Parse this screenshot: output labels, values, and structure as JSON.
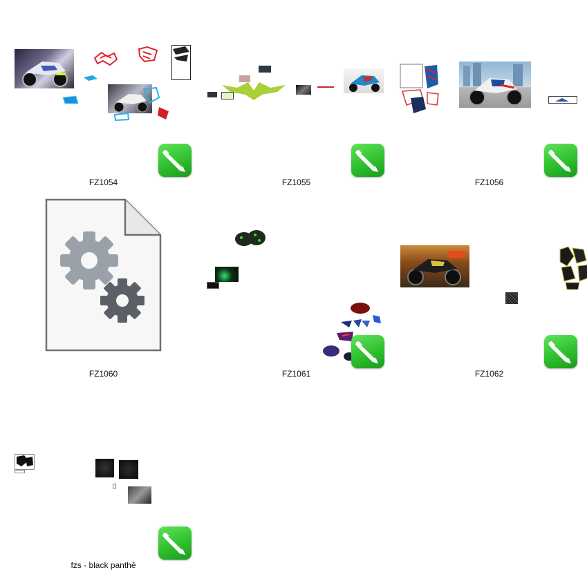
{
  "files": [
    {
      "name": "FZ1054",
      "type": "cdr"
    },
    {
      "name": "FZ1055",
      "type": "cdr"
    },
    {
      "name": "FZ1056",
      "type": "cdr"
    },
    {
      "name": "FZ1060",
      "type": "generic"
    },
    {
      "name": "FZ1061",
      "type": "cdr"
    },
    {
      "name": "FZ1062",
      "type": "cdr"
    },
    {
      "name": "fzs - black panthẻ",
      "type": "cdr"
    }
  ],
  "icons": {
    "coreldraw_badge": "coreldraw-app-icon",
    "generic_file": "settings-file-icon"
  },
  "colors": {
    "badge_green": "#2fc02e",
    "label_text": "#111111",
    "file_gray": "#6f6f6f"
  }
}
